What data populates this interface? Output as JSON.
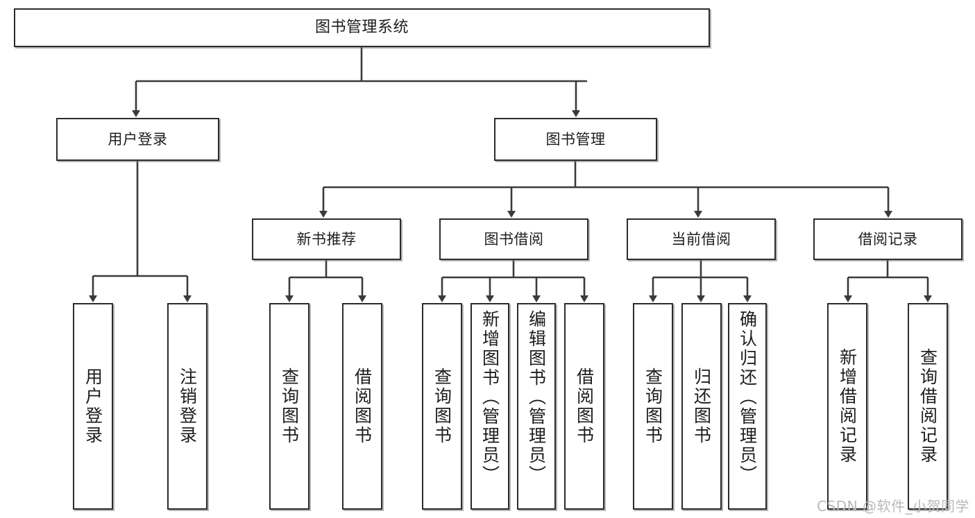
{
  "diagram": {
    "title": "图书管理系统",
    "type": "tree",
    "watermark": "CSDN @软件_小贺同学",
    "colors": {
      "box_border": "#2b2b2b",
      "box_fill": "#ffffff",
      "connector": "#3a3a3a",
      "text": "#1d1d1d",
      "watermark": "#b9b9b9"
    },
    "root": {
      "label": "图书管理系统"
    },
    "tier2": [
      {
        "label": "用户登录"
      },
      {
        "label": "图书管理"
      }
    ],
    "tier3": [
      {
        "label": "新书推荐"
      },
      {
        "label": "图书借阅"
      },
      {
        "label": "当前借阅"
      },
      {
        "label": "借阅记录"
      }
    ],
    "leaves": {
      "user_login": [
        {
          "label": "用户登录"
        },
        {
          "label": "注销登录"
        }
      ],
      "new_book": [
        {
          "label": "查询图书"
        },
        {
          "label": "借阅图书"
        }
      ],
      "book_borrow": [
        {
          "label": "查询图书"
        },
        {
          "label": "新增图书（管理员）"
        },
        {
          "label": "编辑图书（管理员）"
        },
        {
          "label": "借阅图书"
        }
      ],
      "current_borrow": [
        {
          "label": "查询图书"
        },
        {
          "label": "归还图书"
        },
        {
          "label": "确认归还（管理员）"
        }
      ],
      "borrow_record": [
        {
          "label": "新增借阅记录"
        },
        {
          "label": "查询借阅记录"
        }
      ]
    }
  }
}
